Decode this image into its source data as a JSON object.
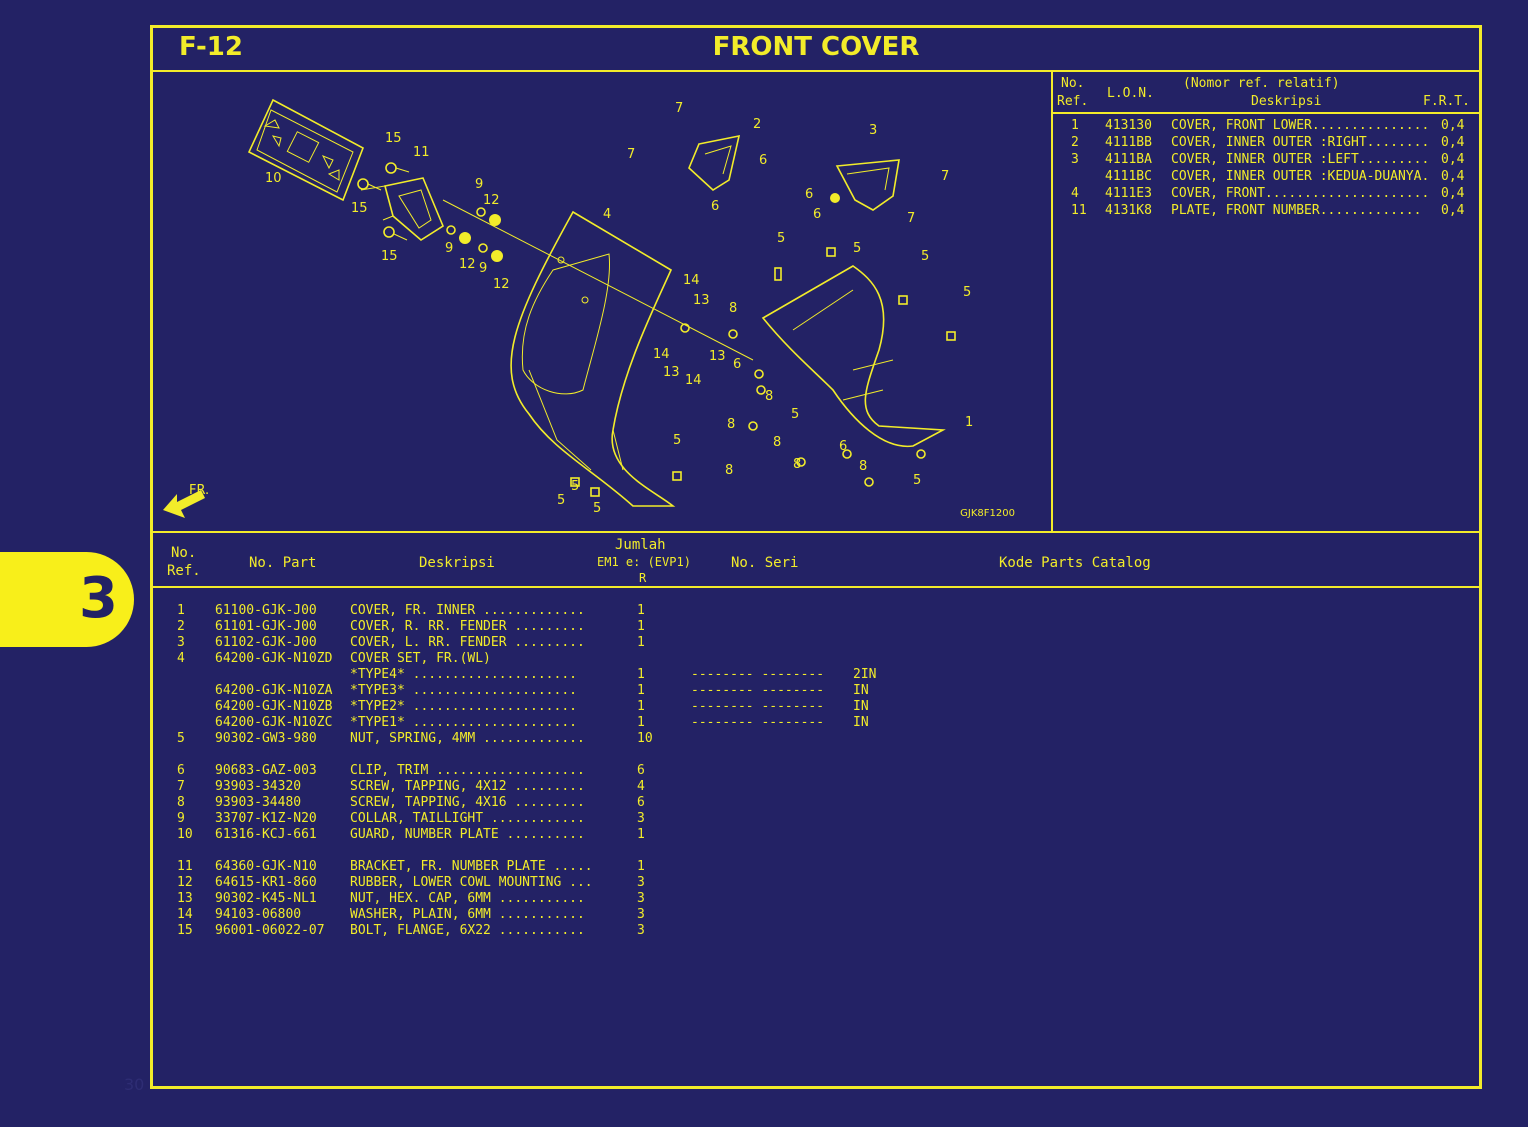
{
  "page": {
    "code": "F-12",
    "title": "FRONT COVER",
    "illustration_code": "GJK8F1200",
    "section_tab": "3",
    "page_number": "30"
  },
  "diagram": {
    "fr_arrow": "FR.",
    "callouts": [
      "10",
      "15",
      "11",
      "15",
      "15",
      "9",
      "12",
      "9",
      "12",
      "9",
      "12",
      "4",
      "7",
      "2",
      "7",
      "6",
      "6",
      "3",
      "7",
      "6",
      "6",
      "7",
      "5",
      "5",
      "5",
      "5",
      "14",
      "13",
      "8",
      "14",
      "13",
      "13",
      "14",
      "6",
      "8",
      "8",
      "5",
      "8",
      "8",
      "8",
      "6",
      "8",
      "5",
      "1",
      "5",
      "5",
      "5",
      "5"
    ]
  },
  "frt_table": {
    "headers": {
      "no": "No.",
      "ref": "Ref.",
      "lon": "L.O.N.",
      "nomor": "(Nomor ref. relatif)",
      "desc": "Deskripsi",
      "frt": "F.R.T."
    },
    "rows": [
      {
        "ref": "1",
        "lon": "413130",
        "desc": "COVER, FRONT LOWER...............",
        "frt": "0,4"
      },
      {
        "ref": "2",
        "lon": "4111BB",
        "desc": "COVER, INNER OUTER :RIGHT........",
        "frt": "0,4"
      },
      {
        "ref": "3",
        "lon": "4111BA",
        "desc": "COVER, INNER OUTER :LEFT.........",
        "frt": "0,4"
      },
      {
        "ref": "",
        "lon": "4111BC",
        "desc": "COVER, INNER OUTER :KEDUA-DUANYA.",
        "frt": "0,4"
      },
      {
        "ref": "4",
        "lon": "4111E3",
        "desc": "COVER, FRONT.....................",
        "frt": "0,4"
      },
      {
        "ref": "11",
        "lon": "4131K8",
        "desc": "PLATE, FRONT NUMBER.............",
        "frt": "0,4"
      }
    ]
  },
  "parts_table": {
    "headers": {
      "no": "No.",
      "ref": "Ref.",
      "part": "No. Part",
      "desc": "Deskripsi",
      "jumlah": "Jumlah",
      "model": "EM1 e: (EVP1)",
      "r": "R",
      "seri": "No. Seri",
      "kode": "Kode Parts Catalog"
    },
    "rows": [
      {
        "ref": "1",
        "part": "61100-GJK-J00",
        "desc": "COVER, FR. INNER .............",
        "qty": "1",
        "seri": "",
        "kode": ""
      },
      {
        "ref": "2",
        "part": "61101-GJK-J00",
        "desc": "COVER, R. RR. FENDER .........",
        "qty": "1",
        "seri": "",
        "kode": ""
      },
      {
        "ref": "3",
        "part": "61102-GJK-J00",
        "desc": "COVER, L. RR. FENDER .........",
        "qty": "1",
        "seri": "",
        "kode": ""
      },
      {
        "ref": "4",
        "part": "64200-GJK-N10ZD",
        "desc": "COVER SET, FR.(WL)",
        "qty": "",
        "seri": "",
        "kode": ""
      },
      {
        "ref": "",
        "part": "",
        "desc": "*TYPE4* .....................",
        "qty": "1",
        "seri": "-------- --------",
        "kode": "2IN"
      },
      {
        "ref": "",
        "part": "64200-GJK-N10ZA",
        "desc": "*TYPE3* .....................",
        "qty": "1",
        "seri": "-------- --------",
        "kode": "IN"
      },
      {
        "ref": "",
        "part": "64200-GJK-N10ZB",
        "desc": "*TYPE2* .....................",
        "qty": "1",
        "seri": "-------- --------",
        "kode": "IN"
      },
      {
        "ref": "",
        "part": "64200-GJK-N10ZC",
        "desc": "*TYPE1* .....................",
        "qty": "1",
        "seri": "-------- --------",
        "kode": "IN"
      },
      {
        "ref": "5",
        "part": "90302-GW3-980",
        "desc": "NUT, SPRING, 4MM .............",
        "qty": "10",
        "seri": "",
        "kode": ""
      },
      {
        "gap": true
      },
      {
        "ref": "6",
        "part": "90683-GAZ-003",
        "desc": "CLIP, TRIM ...................",
        "qty": "6",
        "seri": "",
        "kode": ""
      },
      {
        "ref": "7",
        "part": "93903-34320",
        "desc": "SCREW, TAPPING, 4X12 .........",
        "qty": "4",
        "seri": "",
        "kode": ""
      },
      {
        "ref": "8",
        "part": "93903-34480",
        "desc": "SCREW, TAPPING, 4X16 .........",
        "qty": "6",
        "seri": "",
        "kode": ""
      },
      {
        "ref": "9",
        "part": "33707-K1Z-N20",
        "desc": "COLLAR, TAILLIGHT ............",
        "qty": "3",
        "seri": "",
        "kode": ""
      },
      {
        "ref": "10",
        "part": "61316-KCJ-661",
        "desc": "GUARD, NUMBER PLATE ..........",
        "qty": "1",
        "seri": "",
        "kode": ""
      },
      {
        "gap": true
      },
      {
        "ref": "11",
        "part": "64360-GJK-N10",
        "desc": "BRACKET, FR. NUMBER PLATE .....",
        "qty": "1",
        "seri": "",
        "kode": ""
      },
      {
        "ref": "12",
        "part": "64615-KR1-860",
        "desc": "RUBBER, LOWER COWL MOUNTING ...",
        "qty": "3",
        "seri": "",
        "kode": ""
      },
      {
        "ref": "13",
        "part": "90302-K45-NL1",
        "desc": "NUT, HEX. CAP, 6MM ...........",
        "qty": "3",
        "seri": "",
        "kode": ""
      },
      {
        "ref": "14",
        "part": "94103-06800",
        "desc": "WASHER, PLAIN, 6MM ...........",
        "qty": "3",
        "seri": "",
        "kode": ""
      },
      {
        "ref": "15",
        "part": "96001-06022-07",
        "desc": "BOLT, FLANGE, 6X22 ...........",
        "qty": "3",
        "seri": "",
        "kode": ""
      }
    ]
  }
}
